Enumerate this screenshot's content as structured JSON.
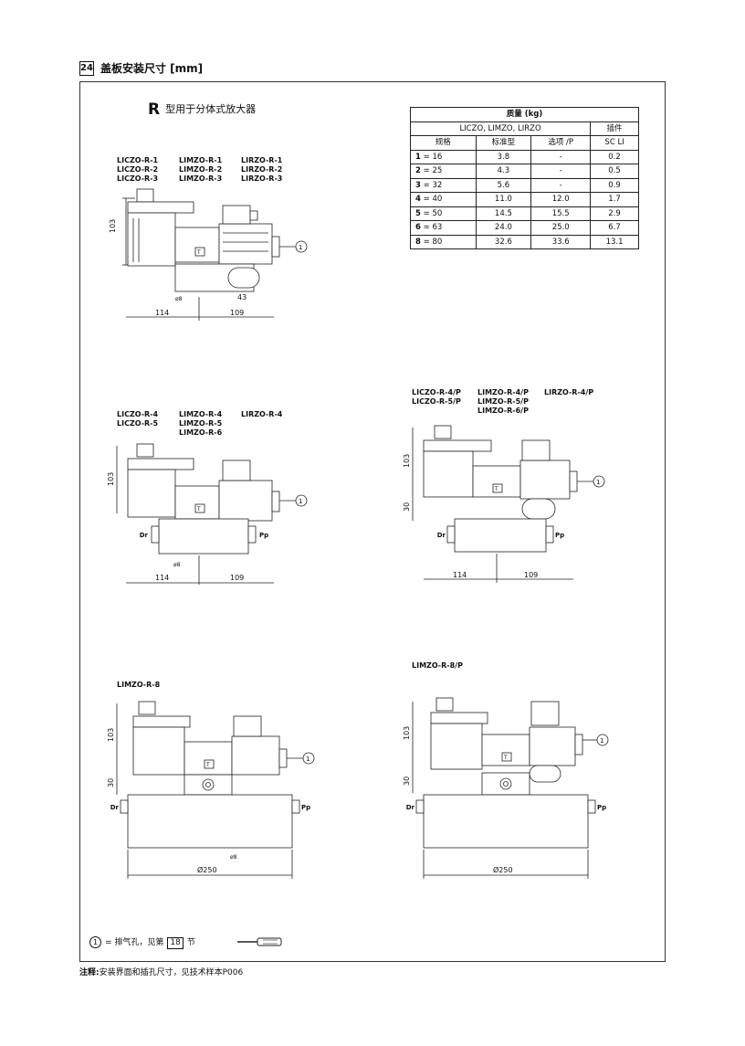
{
  "section": {
    "number": "24",
    "title": "盖板安装尺寸 [mm]"
  },
  "r_heading": {
    "letter": "R",
    "text": "型用于分体式放大器"
  },
  "mass_table": {
    "title": "质量 (kg)",
    "group_header": "LICZO, LIMZO, LIRZO",
    "plug_header": "插件",
    "col_size": "规格",
    "col_standard": "标准型",
    "col_option": "选项 /P",
    "col_sc": "SC LI",
    "rows": [
      {
        "n": "1",
        "eq": "= 16",
        "std": "3.8",
        "opt": "-",
        "sc": "0.2"
      },
      {
        "n": "2",
        "eq": "= 25",
        "std": "4.3",
        "opt": "-",
        "sc": "0.5"
      },
      {
        "n": "3",
        "eq": "= 32",
        "std": "5.6",
        "opt": "-",
        "sc": "0.9"
      },
      {
        "n": "4",
        "eq": "= 40",
        "std": "11.0",
        "opt": "12.0",
        "sc": "1.7"
      },
      {
        "n": "5",
        "eq": "= 50",
        "std": "14.5",
        "opt": "15.5",
        "sc": "2.9"
      },
      {
        "n": "6",
        "eq": "= 63",
        "std": "24.0",
        "opt": "25.0",
        "sc": "6.7"
      },
      {
        "n": "8",
        "eq": "= 80",
        "std": "32.6",
        "opt": "33.6",
        "sc": "13.1"
      }
    ]
  },
  "models": {
    "g1_c1": "LICZO-R-1\nLICZO-R-2\nLICZO-R-3",
    "g1_c2": "LIMZO-R-1\nLIMZO-R-2\nLIMZO-R-3",
    "g1_c3": "LIRZO-R-1\nLIRZO-R-2\nLIRZO-R-3",
    "g2_c1": "LICZO-R-4\nLICZO-R-5",
    "g2_c2": "LIMZO-R-4\nLIMZO-R-5\nLIMZO-R-6",
    "g2_c3": "LIRZO-R-4",
    "g3_c1": "LICZO-R-4/P\nLICZO-R-5/P",
    "g3_c2": "LIMZO-R-4/P\nLIMZO-R-5/P\nLIMZO-R-6/P",
    "g3_c3": "LIRZO-R-4/P",
    "g4": "LIMZO-R-8",
    "g5": "LIMZO-R-8/P"
  },
  "dims": {
    "h103": "103",
    "h30": "30",
    "w114": "114",
    "w109": "109",
    "w43": "43",
    "d250": "Ø250",
    "phi8": "ø8",
    "callout": "1",
    "t_mark": "T",
    "dr": "Dr",
    "pp": "Pp"
  },
  "footnote": {
    "circle": "1",
    "text": "= 排气孔，见第",
    "section": "18",
    "suffix": "节"
  },
  "note": {
    "label": "注释:",
    "text": "安装界面和插孔尺寸，见技术样本P006"
  }
}
